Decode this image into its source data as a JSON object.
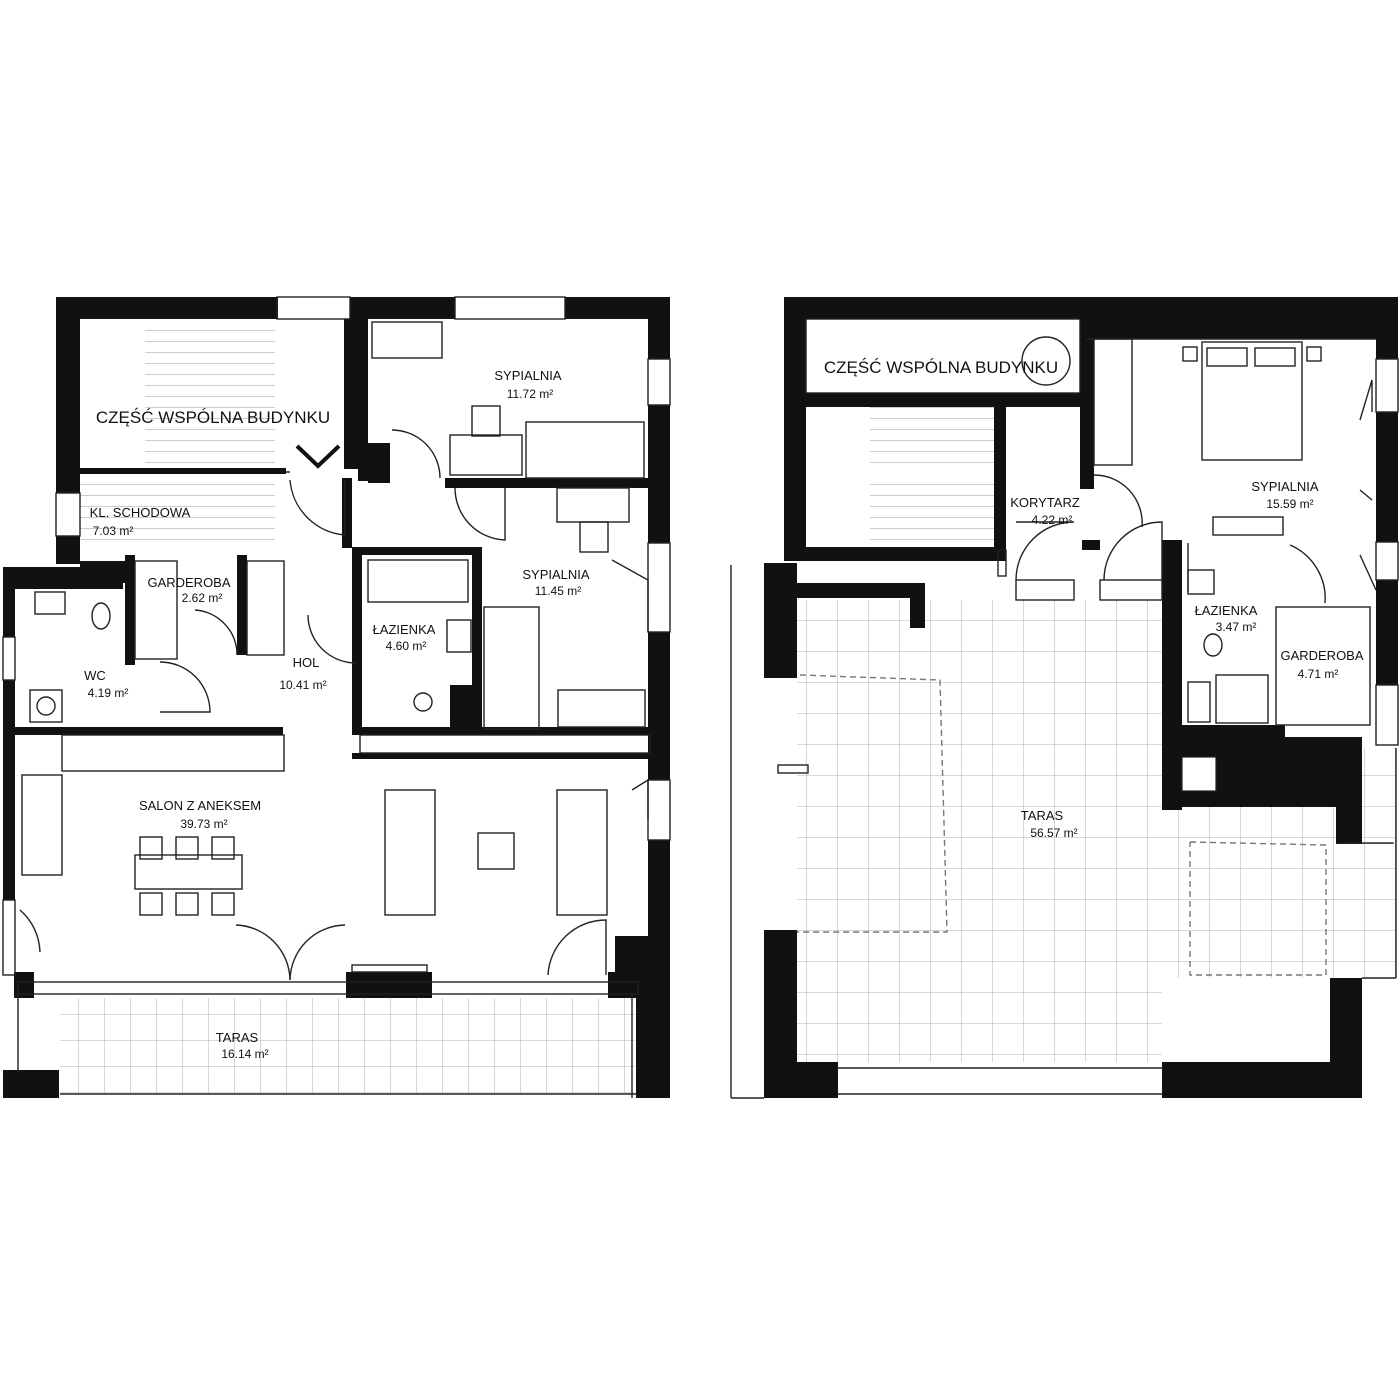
{
  "colors": {
    "wall": "#111111",
    "line": "#222222",
    "bg": "#ffffff"
  },
  "icons": {
    "entrance": "entrance-chevron-icon"
  },
  "plans": [
    {
      "id": "floor-1",
      "rooms": [
        {
          "id": "common-area-1",
          "name": "CZĘŚĆ WSPÓLNA BUDYNKU",
          "area": ""
        },
        {
          "id": "staircase",
          "name": "KL. SCHODOWA",
          "area": "7.03 m²"
        },
        {
          "id": "bedroom-1",
          "name": "SYPIALNIA",
          "area": "11.72 m²"
        },
        {
          "id": "bedroom-2",
          "name": "SYPIALNIA",
          "area": "11.45 m²"
        },
        {
          "id": "wardrobe-1",
          "name": "GARDEROBA",
          "area": "2.62 m²"
        },
        {
          "id": "wc",
          "name": "WC",
          "area": "4.19 m²"
        },
        {
          "id": "hall",
          "name": "HOL",
          "area": "10.41 m²"
        },
        {
          "id": "bathroom-1",
          "name": "ŁAZIENKA",
          "area": "4.60 m²"
        },
        {
          "id": "living",
          "name": "SALON Z ANEKSEM",
          "area": "39.73 m²"
        },
        {
          "id": "terrace-1",
          "name": "TARAS",
          "area": "16.14 m²"
        }
      ]
    },
    {
      "id": "floor-2",
      "rooms": [
        {
          "id": "common-area-2",
          "name": "CZĘŚĆ WSPÓLNA BUDYNKU",
          "area": ""
        },
        {
          "id": "corridor",
          "name": "KORYTARZ",
          "area": "4.22 m²"
        },
        {
          "id": "bedroom-3",
          "name": "SYPIALNIA",
          "area": "15.59 m²"
        },
        {
          "id": "bathroom-2",
          "name": "ŁAZIENKA",
          "area": "3.47 m²"
        },
        {
          "id": "wardrobe-2",
          "name": "GARDEROBA",
          "area": "4.71 m²"
        },
        {
          "id": "terrace-2",
          "name": "TARAS",
          "area": "56.57 m²"
        }
      ]
    }
  ]
}
